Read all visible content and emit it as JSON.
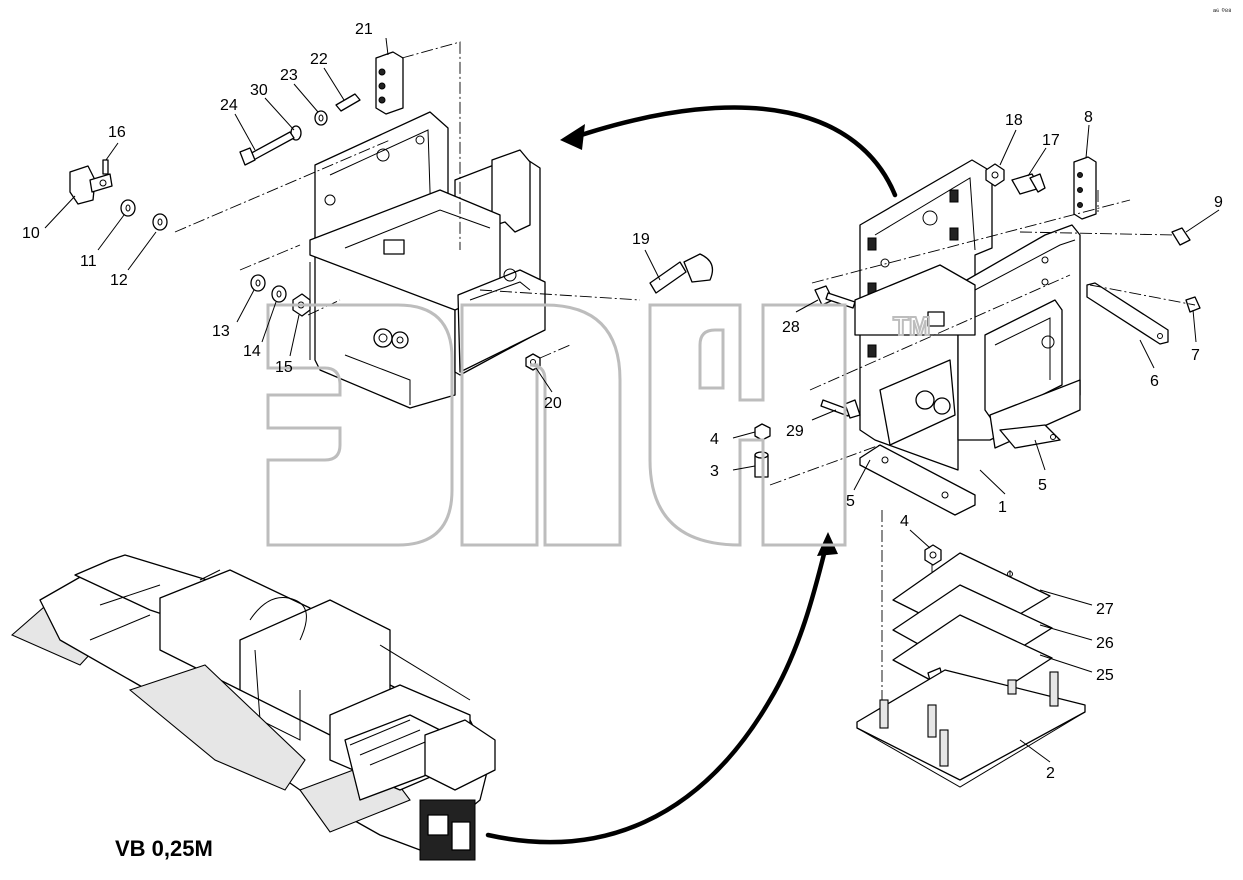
{
  "diagram": {
    "model_label": "VB 0,25M",
    "corner_code": "ᵃ⁶ ⁰⁸⁸",
    "watermark": {
      "icon": "epiq-logo-watermark",
      "letters": "эпф",
      "trademark": "TM"
    },
    "callouts": {
      "c1": "1",
      "c2": "2",
      "c3": "3",
      "c4a": "4",
      "c4b": "4",
      "c5a": "5",
      "c5b": "5",
      "c6": "6",
      "c7": "7",
      "c8": "8",
      "c9": "9",
      "c10": "10",
      "c11": "11",
      "c12": "12",
      "c13": "13",
      "c14": "14",
      "c15": "15",
      "c16": "16",
      "c17": "17",
      "c18": "18",
      "c19": "19",
      "c20": "20",
      "c21": "21",
      "c22": "22",
      "c23": "23",
      "c24": "24",
      "c25": "25",
      "c26": "26",
      "c27": "27",
      "c28": "28",
      "c29": "29",
      "c30": "30"
    },
    "colors": {
      "line": "#000000",
      "watermark": "#bdbdbd",
      "background": "#ffffff"
    }
  }
}
